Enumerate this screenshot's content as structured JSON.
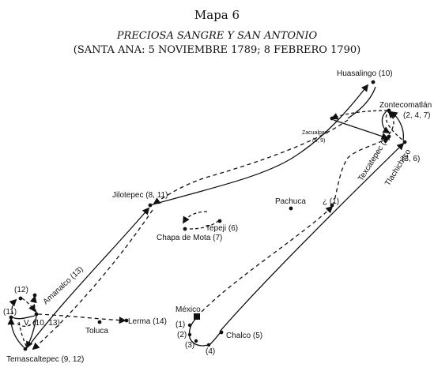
{
  "title": "Mapa 6",
  "subtitle_1": "PRECIOSA SANGRE Y SAN ANTONIO",
  "subtitle_2": "(SANTA ANA: 5 NOVIEMBRE 1789; 8 FEBRERO 1790)",
  "places": {
    "huasalingo": "Huasalingo (10)",
    "zontecomatlan_name": "Zontecomatlán",
    "zontecomatlan_stops": "(2, 4, 7)",
    "zacualpan_name": "Zacualpan",
    "zacualpan_stops": "(5, 9)",
    "texcatepec": "Texcatepec (8)",
    "tlachichilco_name": "Tlachichilco",
    "tlachichilco_stops": "(3, 6)",
    "pachuca": "Pachuca",
    "unknown": "¿ (1)",
    "jilotepec": "Jilotepec (8, 11)",
    "tepeji": "Tepeji (6)",
    "chapa_de_mota": "Chapa de Mota (7)",
    "amanalco": "Amanalco (13)",
    "stop_12": "(12)",
    "stop_11": "(11)",
    "v_stop": "V. (10, 13)",
    "lerma": "Lerma (14)",
    "toluca": "Toluca",
    "temascaltepec": "Temascaltepec (9, 12)",
    "mexico": "México",
    "stop_1": "(1)",
    "stop_2": "(2)",
    "stop_3": "(3)",
    "stop_4": "(4)",
    "chalco": "Chalco (5)"
  }
}
